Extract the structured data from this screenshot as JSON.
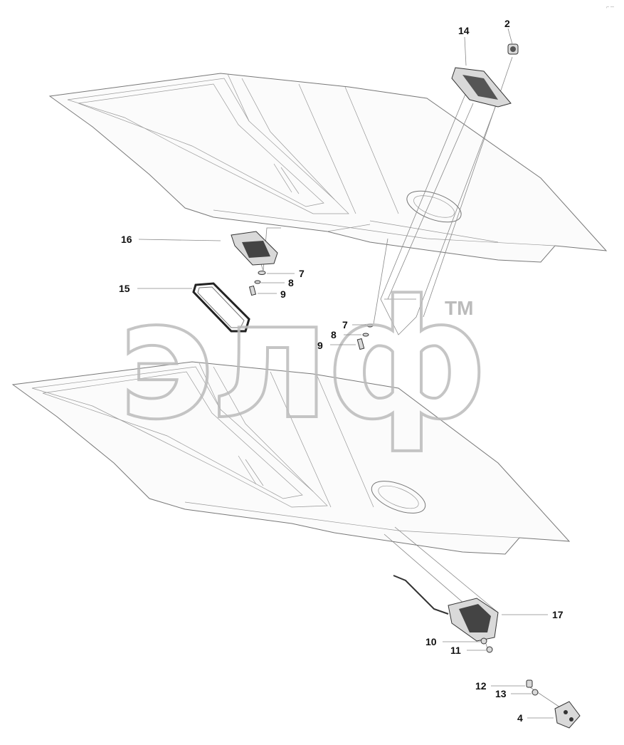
{
  "watermark": {
    "text": "элф",
    "mark": "TM"
  },
  "corner_mark": "⌐ ─",
  "callouts": [
    {
      "id": "c2",
      "text": "2",
      "part": "lock-cylinder"
    },
    {
      "id": "c14",
      "text": "14",
      "part": "handle-housing"
    },
    {
      "id": "c16",
      "text": "16",
      "part": "lock-mechanism-upper"
    },
    {
      "id": "c7a",
      "text": "7",
      "part": "washer"
    },
    {
      "id": "c8a",
      "text": "8",
      "part": "spring-washer"
    },
    {
      "id": "c9a",
      "text": "9",
      "part": "bolt"
    },
    {
      "id": "c15",
      "text": "15",
      "part": "seal-gasket"
    },
    {
      "id": "c7b",
      "text": "7",
      "part": "washer"
    },
    {
      "id": "c8b",
      "text": "8",
      "part": "spring-washer"
    },
    {
      "id": "c9b",
      "text": "9",
      "part": "bolt"
    },
    {
      "id": "c17",
      "text": "17",
      "part": "lock-mechanism-lower"
    },
    {
      "id": "c10",
      "text": "10",
      "part": "washer"
    },
    {
      "id": "c11",
      "text": "11",
      "part": "nut"
    },
    {
      "id": "c12",
      "text": "12",
      "part": "bolt"
    },
    {
      "id": "c13",
      "text": "13",
      "part": "washer"
    },
    {
      "id": "c4",
      "text": "4",
      "part": "striker-plate"
    }
  ]
}
